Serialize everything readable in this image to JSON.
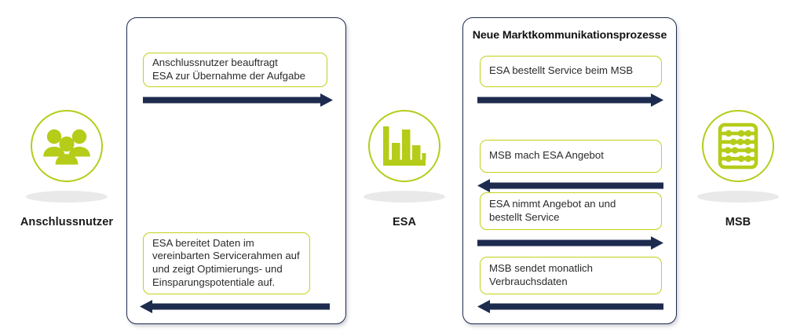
{
  "diagram": {
    "accent_green": "#b5cc18",
    "box_border_green": "#c3d11a",
    "navy": "#1d2b4f",
    "arrow_navy": "#1d2b4f",
    "background": "#ffffff"
  },
  "actors": [
    {
      "id": "anschlussnutzer",
      "label": "Anschlussnutzer",
      "icon": "people-group-icon"
    },
    {
      "id": "esa",
      "label": "ESA",
      "icon": "bar-chart-icon"
    },
    {
      "id": "msb",
      "label": "MSB",
      "icon": "abacus-icon"
    }
  ],
  "panels": [
    {
      "id": "left-panel",
      "title": "",
      "messages": [
        {
          "text": "Anschlussnutzer beauftragt\nESA zur Übernahme der Aufgabe",
          "arrow_direction": "right"
        },
        {
          "text": "ESA bereitet Daten im\nvereinbarten Servicerahmen auf\nund zeigt Optimierungs- und\nEinsparungspotentiale auf.",
          "arrow_direction": "left"
        }
      ]
    },
    {
      "id": "right-panel",
      "title": "Neue Marktkommunikationsprozesse",
      "messages": [
        {
          "text": "ESA bestellt Service beim MSB",
          "arrow_direction": "right"
        },
        {
          "text": "MSB mach ESA Angebot",
          "arrow_direction": "left"
        },
        {
          "text": "ESA nimmt Angebot an und\nbestellt Service",
          "arrow_direction": "right"
        },
        {
          "text": "MSB sendet monatlich\nVerbrauchsdaten",
          "arrow_direction": "left"
        }
      ]
    }
  ]
}
